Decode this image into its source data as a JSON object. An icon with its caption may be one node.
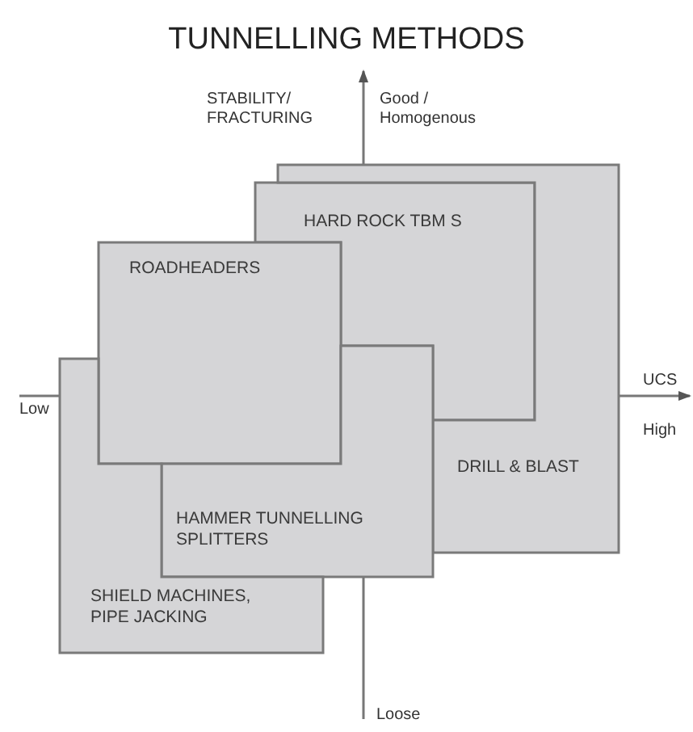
{
  "diagram": {
    "title": "TUNNELLING METHODS",
    "nodes": [
      {
        "text": [
          "HARD ROCK TBM S"
        ]
      },
      {
        "text": [
          "ROADHEADERS"
        ]
      },
      {
        "text": [
          "DRILL & BLAST"
        ]
      },
      {
        "text": [
          "HAMMER TUNNELLING SPLITTERS"
        ]
      },
      {
        "text": [
          "SHIELD MACHINES, PIPE JACKING"
        ]
      }
    ],
    "edges": [],
    "labels": [
      "STABILITY/ FRACTURING",
      "Good / Homogenous",
      "UCS",
      "Low",
      "High",
      "Loose"
    ]
  }
}
